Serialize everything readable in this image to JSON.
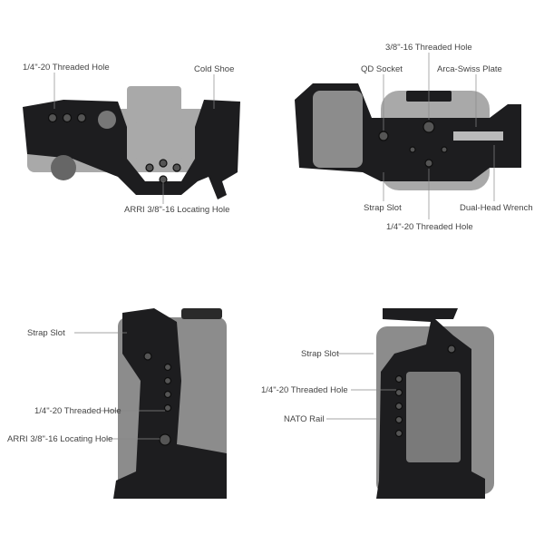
{
  "views": {
    "top_left": {
      "labels": {
        "threaded_hole": "1/4\"-20 Threaded Hole",
        "cold_shoe": "Cold Shoe",
        "arri_hole": "ARRI 3/8\"-16 Locating Hole"
      }
    },
    "top_right": {
      "labels": {
        "threaded_hole_38": "3/8\"-16 Threaded Hole",
        "qd_socket": "QD Socket",
        "arca_plate": "Arca-Swiss Plate",
        "strap_slot": "Strap Slot",
        "threaded_hole_14": "1/4\"-20 Threaded Hole",
        "wrench": "Dual-Head Wrench"
      }
    },
    "bottom_left": {
      "labels": {
        "strap_slot": "Strap Slot",
        "threaded_hole": "1/4\"-20 Threaded Hole",
        "arri_hole": "ARRI 3/8\"-16 Locating Hole"
      }
    },
    "bottom_right": {
      "labels": {
        "strap_slot": "Strap Slot",
        "threaded_hole": "1/4\"-20 Threaded Hole",
        "nato_rail": "NATO Rail"
      }
    }
  }
}
